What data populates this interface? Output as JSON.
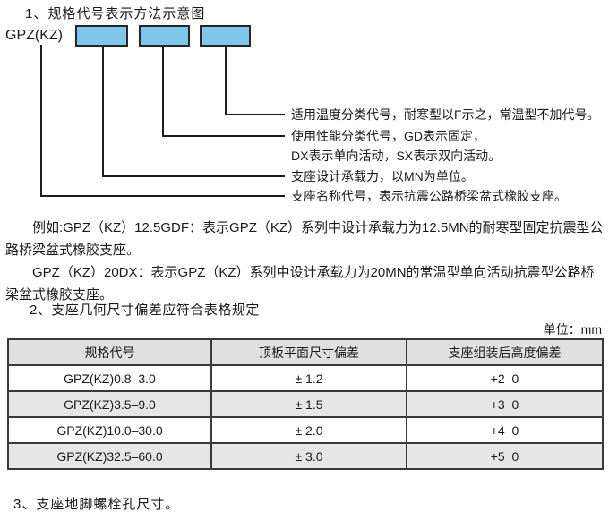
{
  "colors": {
    "box_fill": "#7ec6ea",
    "box_border": "#262626",
    "line": "#1c1c1c",
    "table_border": "#3a3a3a",
    "table_header_bg": "#e0e0e0",
    "table_alt_row_bg": "#e6e6e6",
    "text": "#1a1a1a"
  },
  "section1": {
    "heading": "1、规格代号表示方法示意图"
  },
  "diagram": {
    "prefix_label": "GPZ(KZ)",
    "labels": [
      {
        "text": "适用温度分类代号，耐寒型以F示之，常温型不加代号。"
      },
      {
        "text": "使用性能分类代号，GD表示固定，"
      },
      {
        "text": "DX表示单向活动，SX表示双向活动。"
      },
      {
        "text": "支座设计承载力，以MN为单位。"
      },
      {
        "text": "支座名称代号，表示抗震公路桥梁盆式橡胶支座。"
      }
    ]
  },
  "examples": {
    "p1": "例如:GPZ（KZ）12.5GDF：表示GPZ（KZ）系列中设计承载力为12.5MN的耐寒型固定抗震型公路桥梁盆式橡胶支座。",
    "p2": "GPZ（KZ）20DX：表示GPZ（KZ）系列中设计承载力为20MN的常温型单向活动抗震型公路桥梁盆式橡胶支座。"
  },
  "section2": {
    "heading": "2、支座几何尺寸偏差应符合表格规定",
    "unit_label": "单位：mm"
  },
  "table": {
    "headers": [
      "规格代号",
      "顶板平面尺寸偏差",
      "支座组装后高度偏差"
    ],
    "rows": [
      [
        "GPZ(KZ)0.8–3.0",
        "± 1.2",
        "+2  0"
      ],
      [
        "GPZ(KZ)3.5–9.0",
        "± 1.5",
        "+3  0"
      ],
      [
        "GPZ(KZ)10.0–30.0",
        "± 2.0",
        "+4  0"
      ],
      [
        "GPZ(KZ)32.5–60.0",
        "± 3.0",
        "+5  0"
      ]
    ]
  },
  "section3": {
    "heading": "3、支座地脚螺栓孔尺寸。"
  }
}
